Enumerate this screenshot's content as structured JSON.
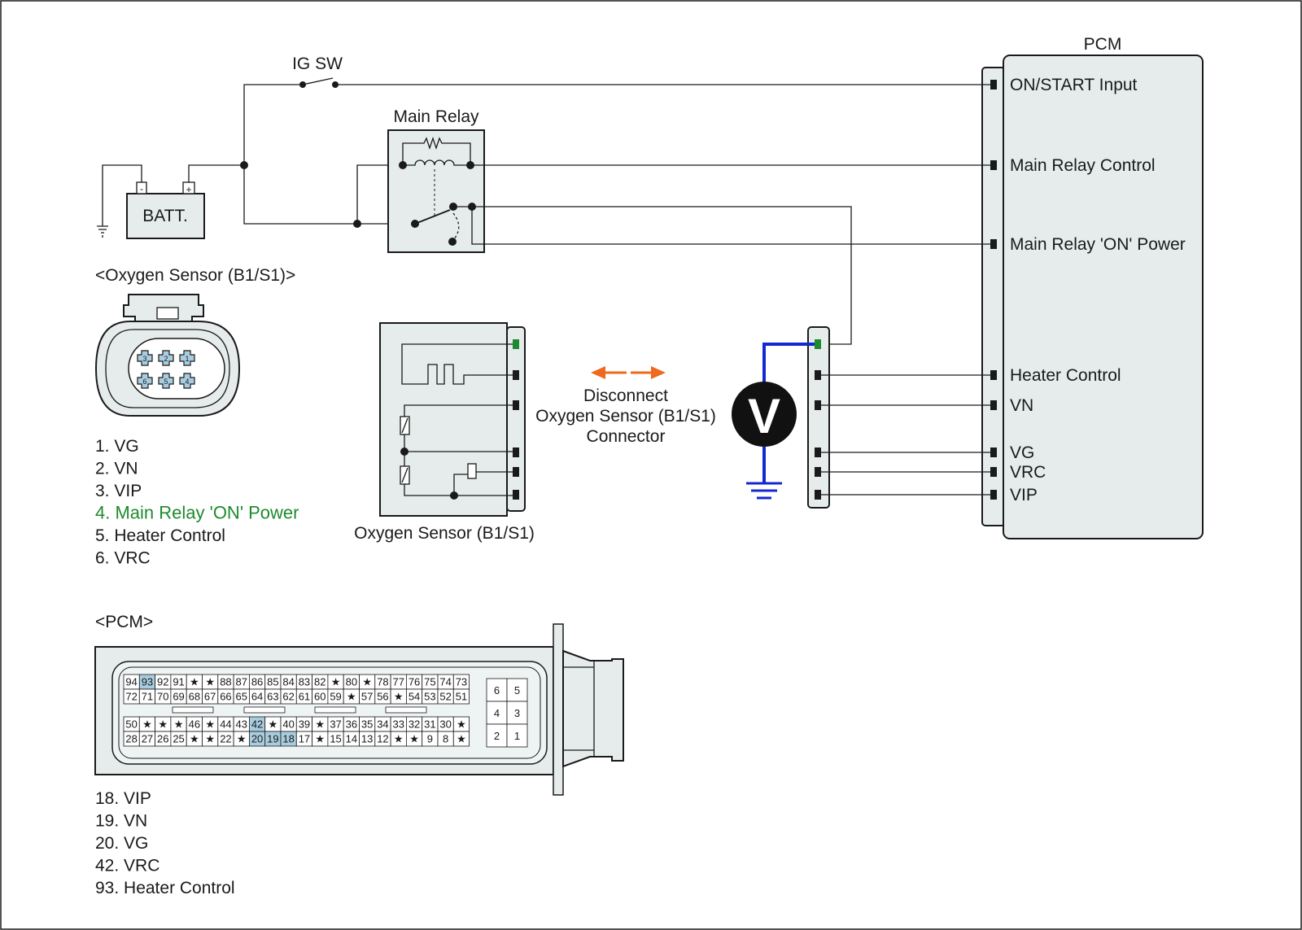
{
  "labels": {
    "ig_sw": "IG SW",
    "main_relay": "Main Relay",
    "battery": "BATT.",
    "battery_neg": "-",
    "battery_pos": "+",
    "pcm_title": "PCM",
    "o2_connector_title": "<Oxygen Sensor (B1/S1)>",
    "o2_sensor_caption": "Oxygen Sensor (B1/S1)",
    "disconnect_lines": [
      "Disconnect",
      "Oxygen Sensor (B1/S1)",
      "Connector"
    ],
    "voltmeter": "V",
    "pcm_connector_title": "<PCM>"
  },
  "pcm_pins": [
    {
      "label": "ON/START Input"
    },
    {
      "label": "Main Relay Control"
    },
    {
      "label": "Main Relay 'ON' Power"
    },
    {
      "label": "Heater Control"
    },
    {
      "label": "VN"
    },
    {
      "label": "VG"
    },
    {
      "label": "VRC"
    },
    {
      "label": "VIP"
    }
  ],
  "o2_pin_legend": [
    {
      "text": "1. VG",
      "highlight": false
    },
    {
      "text": "2. VN",
      "highlight": false
    },
    {
      "text": "3. VIP",
      "highlight": false
    },
    {
      "text": "4. Main Relay 'ON' Power",
      "highlight": true
    },
    {
      "text": "5. Heater Control",
      "highlight": false
    },
    {
      "text": "6. VRC",
      "highlight": false
    }
  ],
  "o2_connector_pin_numbers": [
    "3",
    "2",
    "1",
    "6",
    "5",
    "4"
  ],
  "pcm_pin_legend": [
    "18. VIP",
    "19. VN",
    "20. VG",
    "42. VRC",
    "93. Heater Control"
  ],
  "pcm_connector": {
    "upper_row1": [
      "94",
      "93",
      "92",
      "91",
      "★",
      "★",
      "88",
      "87",
      "86",
      "85",
      "84",
      "83",
      "82",
      "★",
      "80",
      "★",
      "78",
      "77",
      "76",
      "75",
      "74",
      "73"
    ],
    "upper_row2": [
      "72",
      "71",
      "70",
      "69",
      "68",
      "67",
      "66",
      "65",
      "64",
      "63",
      "62",
      "61",
      "60",
      "59",
      "★",
      "57",
      "56",
      "★",
      "54",
      "53",
      "52",
      "51"
    ],
    "lower_row1": [
      "50",
      "★",
      "★",
      "★",
      "46",
      "★",
      "44",
      "43",
      "42",
      "★",
      "40",
      "39",
      "★",
      "37",
      "36",
      "35",
      "34",
      "33",
      "32",
      "31",
      "30",
      "★"
    ],
    "lower_row2": [
      "28",
      "27",
      "26",
      "25",
      "★",
      "★",
      "22",
      "★",
      "20",
      "19",
      "18",
      "17",
      "★",
      "15",
      "14",
      "13",
      "12",
      "★",
      "★",
      "9",
      "8",
      "★"
    ],
    "small_block": [
      [
        "6",
        "5"
      ],
      [
        "4",
        "3"
      ],
      [
        "2",
        "1"
      ]
    ],
    "highlighted": [
      "93",
      "42",
      "20",
      "19",
      "18"
    ]
  },
  "colors": {
    "highlight_text": "#1e8a2e",
    "highlight_pin": "#1e8a2e",
    "ground_wire": "#1428d2",
    "arrow": "#ee6a1e",
    "cell_highlight": "#a9cde0",
    "panel": "#e6ecec"
  }
}
